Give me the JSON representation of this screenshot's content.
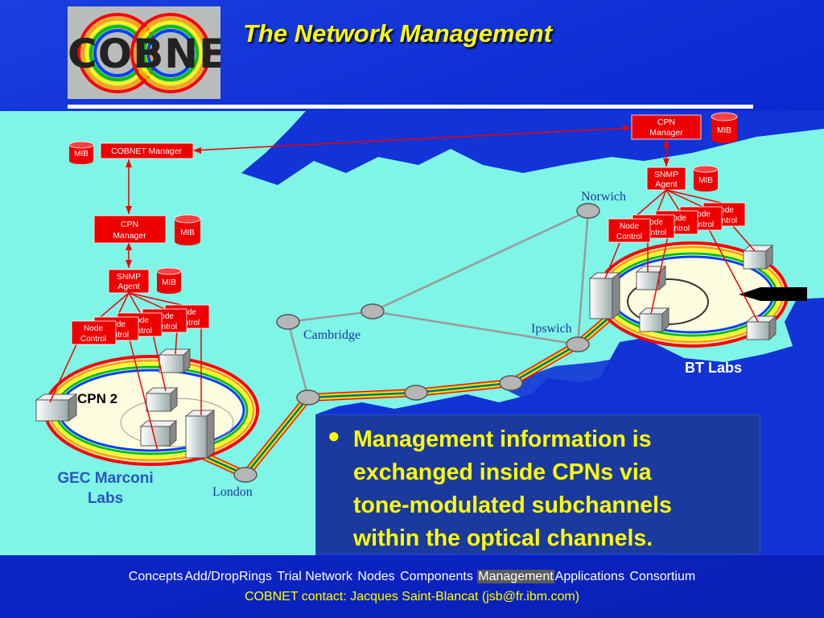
{
  "logo": {
    "text": "COBNET"
  },
  "title": "The Network Management",
  "diagram": {
    "left_stack": {
      "cobnet_manager": "COBNET Manager",
      "mib": "MIB",
      "cpn_manager_line1": "CPN",
      "cpn_manager_line2": "Manager",
      "snmp_line1": "SNMP",
      "snmp_line2": "Agent",
      "node_control_line1": "Node",
      "node_control_line2": "Control"
    },
    "right_stack": {
      "cpn_manager_line1": "CPN",
      "cpn_manager_line2": "Manager",
      "mib": "MIB",
      "snmp_line1": "SNMP",
      "snmp_line2": "Agent",
      "node_control_line1": "Node",
      "node_control_line2": "Control"
    },
    "cities": {
      "norwich": "Norwich",
      "cambridge": "Cambridge",
      "ipswich": "Ipswich",
      "london": "London"
    },
    "cpn2_label": "CPN 2",
    "gec_label_line1": "GEC Marconi",
    "gec_label_line2": "Labs",
    "bt_label": "BT Labs"
  },
  "callout": {
    "bullet": "●",
    "lines": [
      "Management information is",
      "exchanged inside CPNs via",
      "tone-modulated subchannels",
      "within the optical channels."
    ]
  },
  "nav": {
    "items": [
      "Concepts",
      "Add/DropRings",
      "Trial Network",
      "Nodes",
      "Components",
      "Management",
      "Applications",
      "Consortium"
    ],
    "active": "Management"
  },
  "contact": "COBNET contact: Jacques Saint-Blancat (jsb@fr.ibm.com)",
  "colors": {
    "background": "#0c2ad0",
    "title": "#ffff00",
    "sea": "#7ef5e6",
    "box": "#ee0000"
  }
}
